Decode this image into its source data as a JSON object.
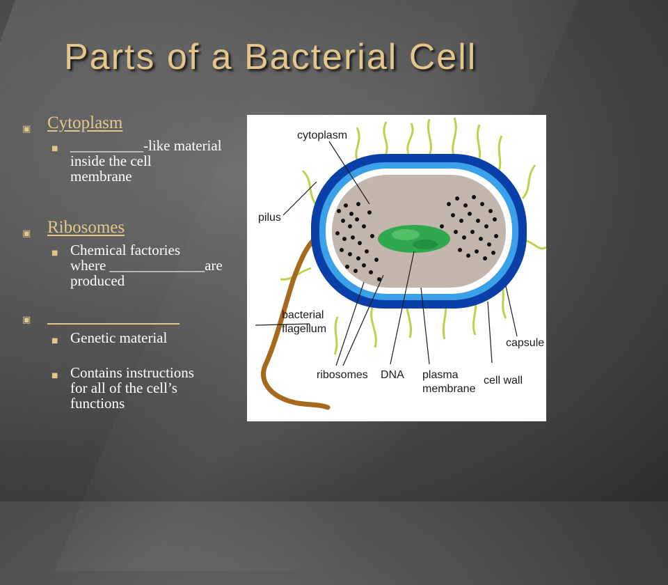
{
  "slide": {
    "title": "Parts of a Bacterial Cell",
    "sections": [
      {
        "heading": "Cytoplasm",
        "bullets": [
          {
            "blank": "__________",
            "line1_rest": "-like material",
            "line2": "inside the cell",
            "line3": "membrane"
          }
        ]
      },
      {
        "heading": "Ribosomes",
        "bullets": [
          {
            "line1": "Chemical factories",
            "line2_pre": "where ",
            "blank": "_____________",
            "line2_post": "are",
            "line3": "produced"
          }
        ]
      },
      {
        "heading_blank": "",
        "bullets": [
          {
            "line1": "Genetic material"
          },
          {
            "line1": "Contains instructions",
            "line2": "for all of the cell’s",
            "line3": "functions"
          }
        ]
      }
    ]
  },
  "diagram_labels": {
    "cytoplasm": "cytoplasm",
    "pilus": "pilus",
    "flagellum_1": "bacterial",
    "flagellum_2": "flagellum",
    "ribosomes": "ribosomes",
    "dna": "DNA",
    "membrane_1": "plasma",
    "membrane_2": "membrane",
    "cell_wall": "cell wall",
    "capsule": "capsule"
  },
  "colors": {
    "title": "#e3c68c",
    "capsule": "#0a3fa8",
    "cell_wall": "#3aa0e8",
    "cytoplasm": "#c3b6ad",
    "dna": "#2fa84f",
    "pili": "#b8d44a",
    "flagellum": "#a56a1c"
  }
}
